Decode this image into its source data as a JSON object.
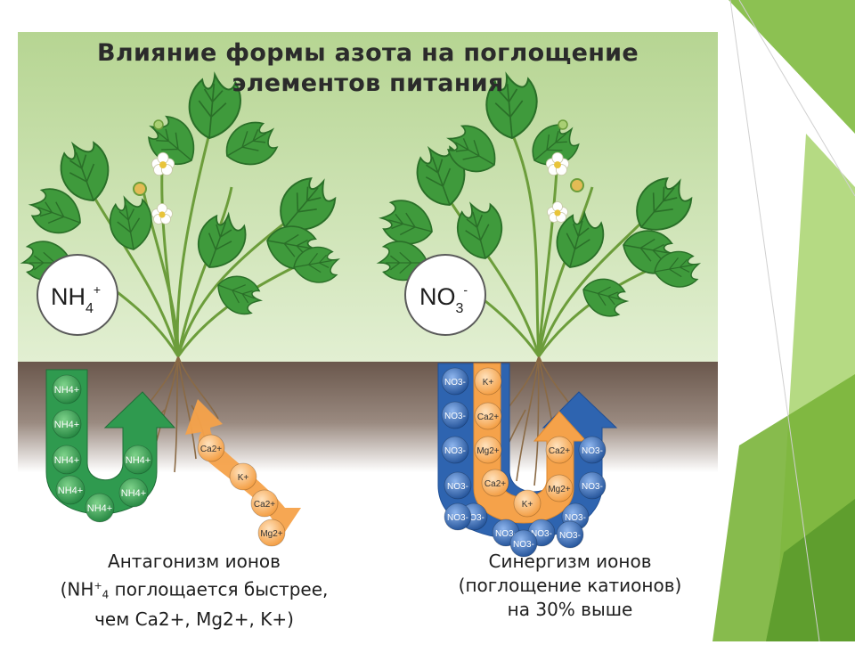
{
  "title": {
    "line1": "Влияние формы азота на поглощение",
    "line2": "элементов питания"
  },
  "left": {
    "badge": {
      "base": "NH",
      "sub": "4",
      "sup": "+"
    },
    "u_ions": [
      "NH4+",
      "NH4+",
      "NH4+",
      "NH4+",
      "NH4+",
      "NH4+",
      "NH4+"
    ],
    "tail_ions": [
      "Ca2+",
      "K+",
      "Ca2+",
      "Mg2+"
    ],
    "caption": {
      "line1": "Антагонизм ионов",
      "line2_pre": "(NH",
      "line2_sup": "+",
      "line2_sub": "4",
      "line2_post": " поглощается быстрее,",
      "line3": "чем Ca2+, Mg2+, K+)"
    }
  },
  "right": {
    "badge": {
      "base": "NO",
      "sub": "3",
      "sup": "-"
    },
    "outer_ions": [
      "NO3-",
      "NO3-",
      "NO3-",
      "NO3-",
      "NO3-",
      "NO3-",
      "NO3-",
      "NO3-",
      "NO3-",
      "NO3-",
      "NO3-",
      "NO3-",
      "NO3-"
    ],
    "inner_ions": [
      "K+",
      "Ca2+",
      "Mg2+",
      "Ca2+",
      "K+",
      "Mg2+",
      "Ca2+"
    ],
    "caption": {
      "line1": "Синергизм ионов",
      "line2": "(поглощение катионов)",
      "line3": "на 30% выше"
    }
  },
  "colors": {
    "background_green": "#bcd99a",
    "soil": "#6d5a4f",
    "nh4_green": "#2f9a4f",
    "cation_orange": "#f5a24a",
    "no3_blue": "#2e64b0",
    "leaf_green": "#3f9a3c",
    "accent_green": "#7ab43a"
  }
}
